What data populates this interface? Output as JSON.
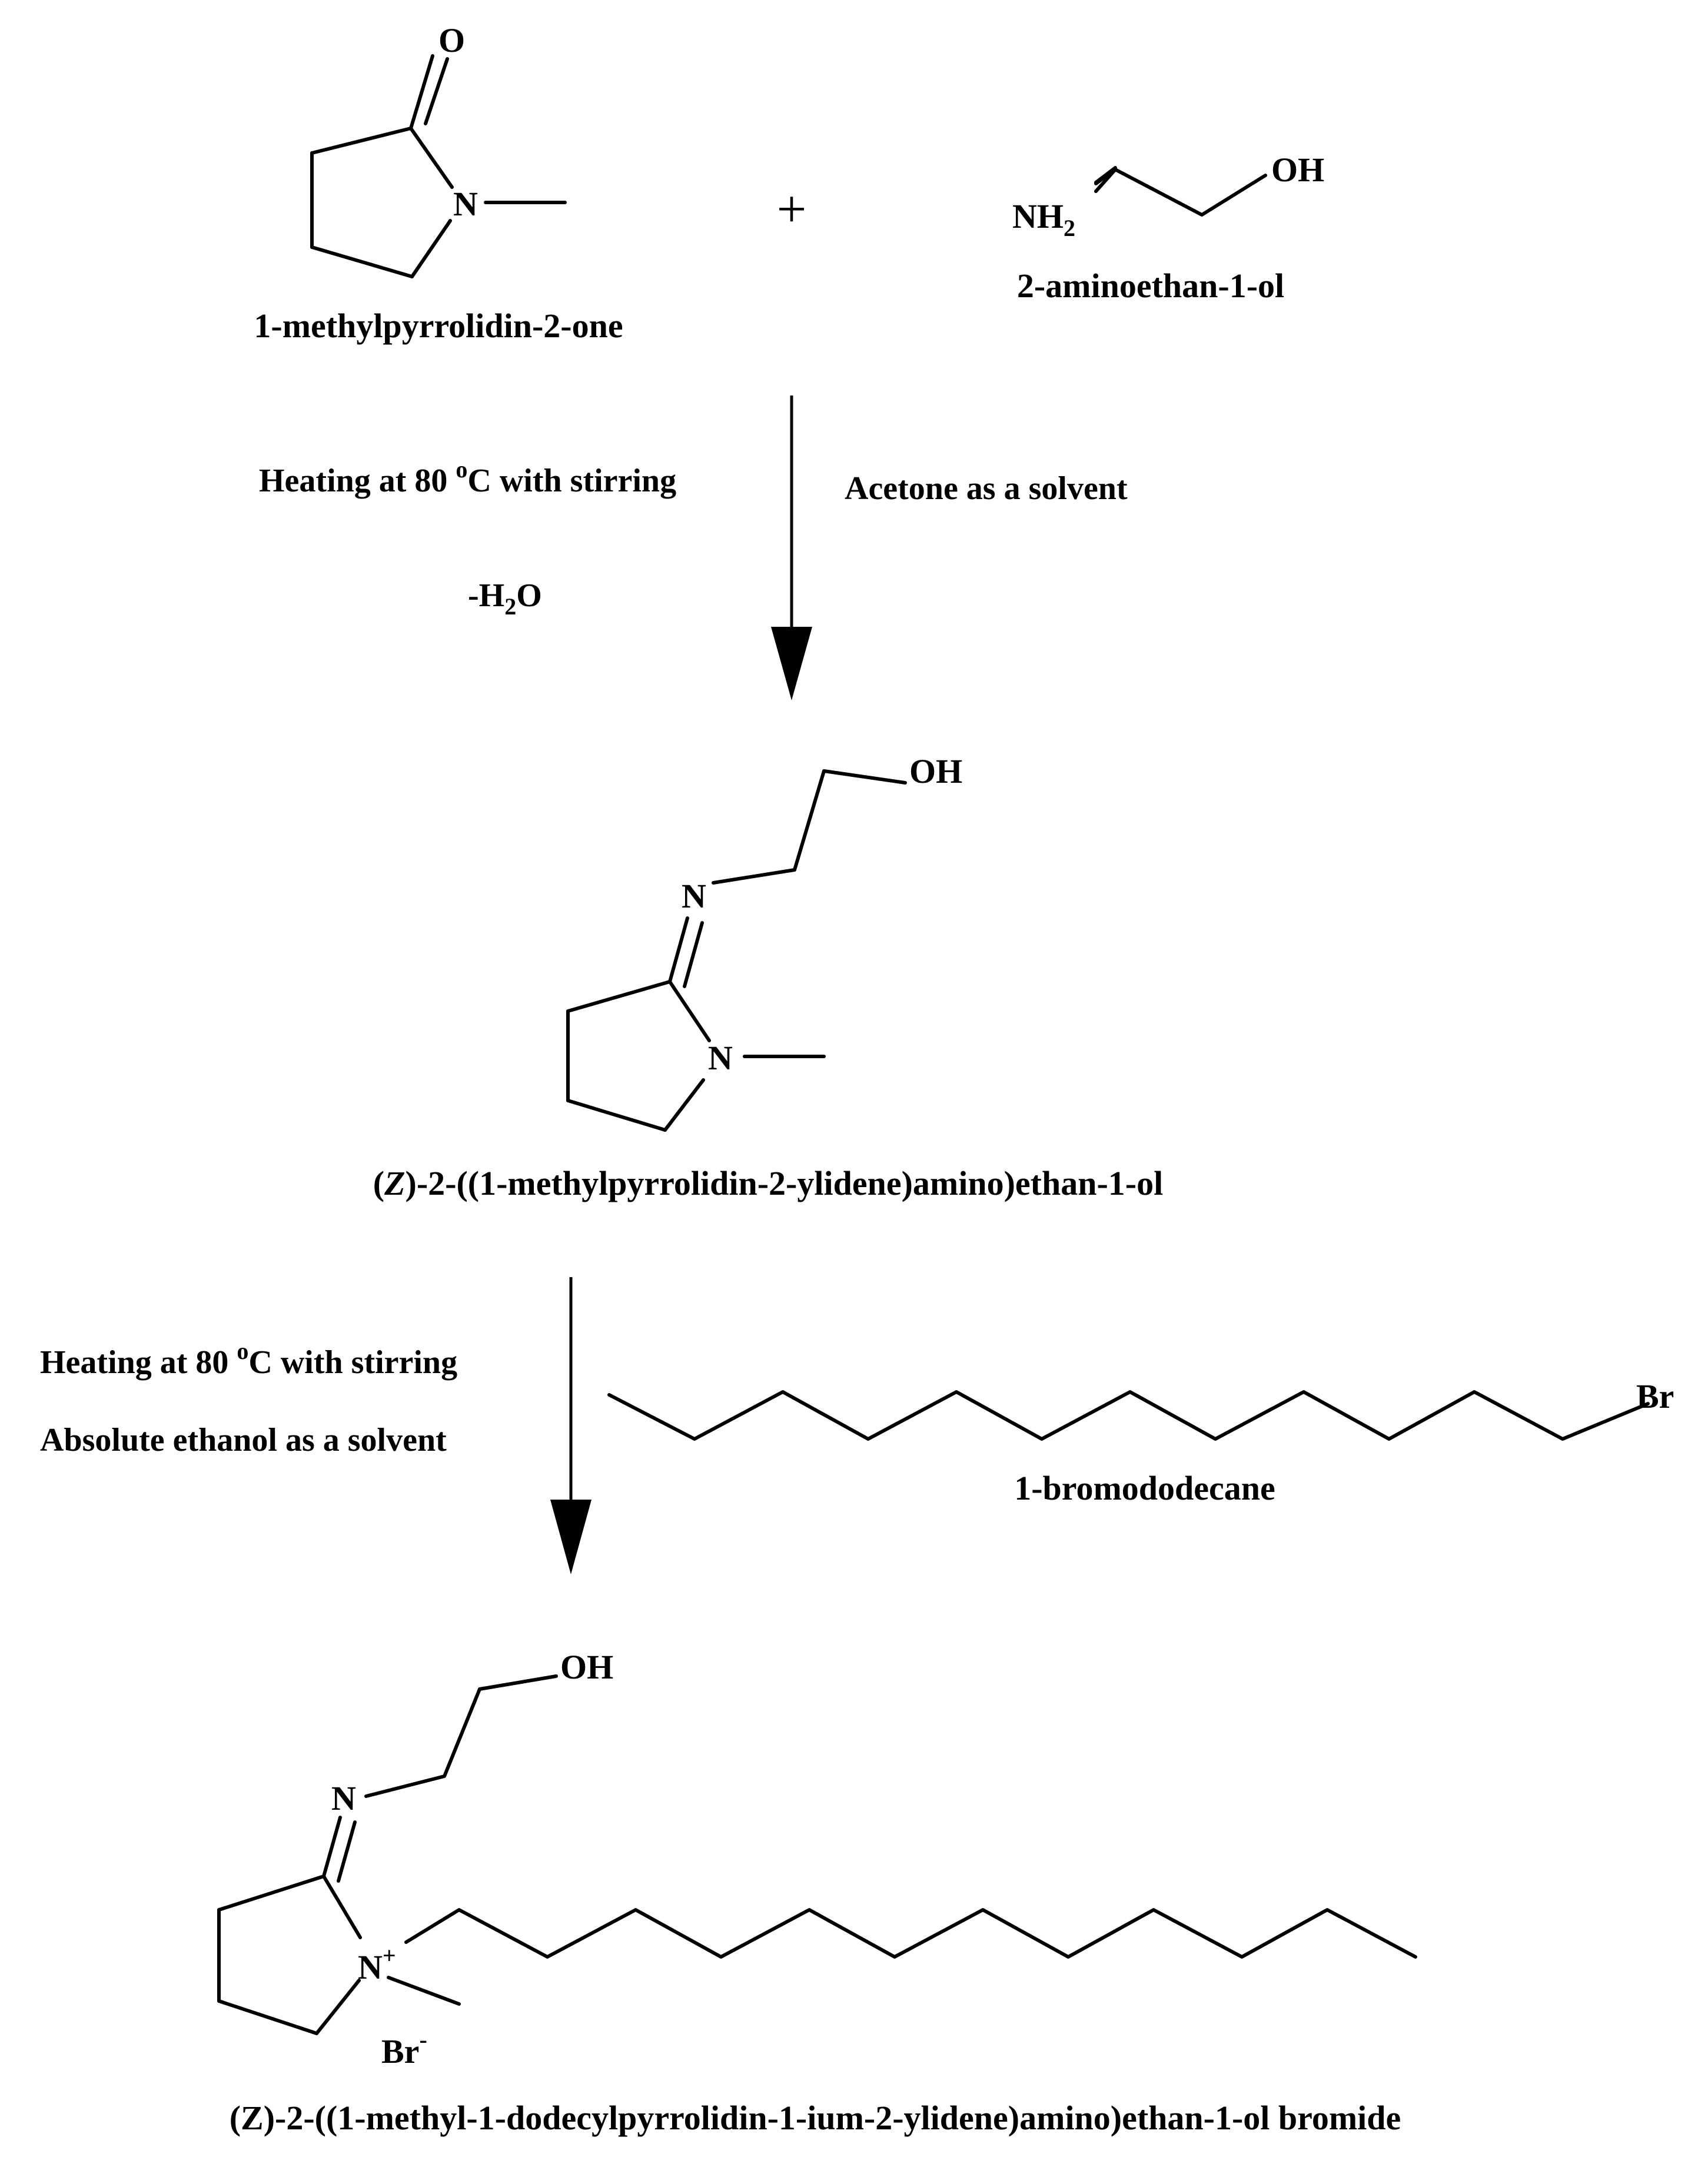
{
  "reactants": {
    "nmp": {
      "name": "1-methylpyrrolidin-2-one",
      "atom_o": "O",
      "atom_n": "N"
    },
    "plus": "+",
    "ethanolamine": {
      "name": "2-aminoethan-1-ol",
      "atom_nh": "NH",
      "atom_nh_sub": "2",
      "atom_oh": "OH"
    }
  },
  "step1": {
    "condition_heating": "Heating at 80",
    "condition_degree": "o",
    "condition_heating_tail": "C with stirring",
    "condition_solvent": "Acetone as a solvent",
    "condition_water_prefix": "-H",
    "condition_water_sub": "2",
    "condition_water_suffix": "O"
  },
  "intermediate": {
    "name_prefix": "(",
    "name_stereo": "Z",
    "name_rest": ")-2-((1-methylpyrrolidin-2-ylidene)amino)ethan-1-ol",
    "atom_oh": "OH",
    "atom_n_imine": "N",
    "atom_n_ring": "N"
  },
  "step2": {
    "condition_heating": "Heating at 80",
    "condition_degree": "o",
    "condition_heating_tail": "C with stirring",
    "condition_solvent": "Absolute ethanol as a solvent",
    "reagent": {
      "name": "1-bromododecane",
      "atom_br": "Br"
    }
  },
  "product": {
    "name": "(Z)-2-((1-methyl-1-dodecylpyrrolidin-1-ium-2-ylidene)amino)ethan-1-ol bromide",
    "atom_oh": "OH",
    "atom_n_imine": "N",
    "atom_n_ring": "N",
    "atom_n_charge": "+",
    "counterion": "Br",
    "counterion_charge": "-"
  }
}
